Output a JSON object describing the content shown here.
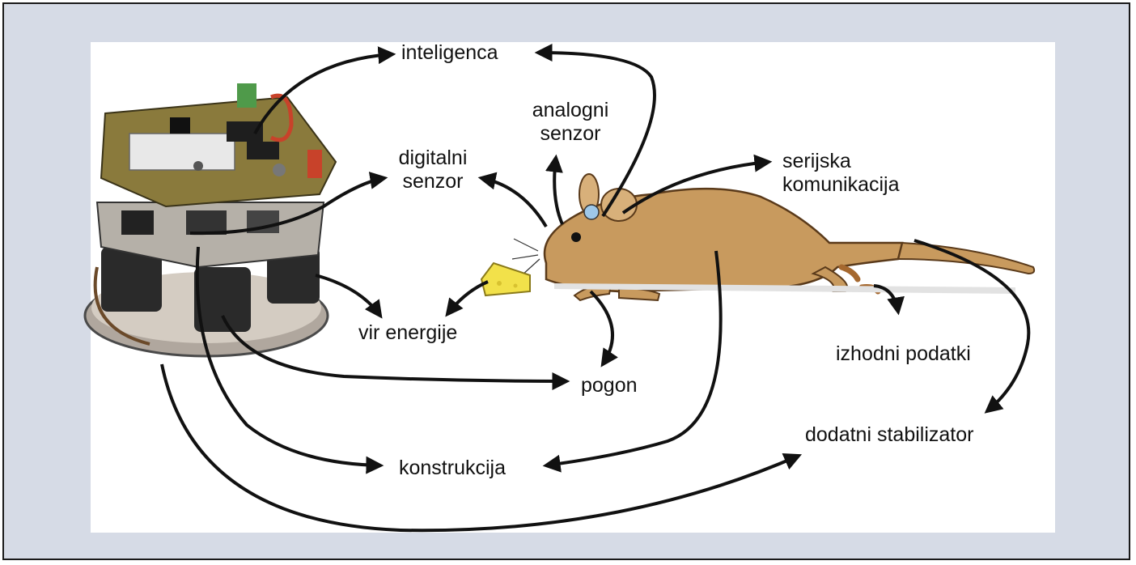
{
  "labels": {
    "inteligenca": "inteligenca",
    "analogni_line1": "analogni",
    "analogni_line2": "senzor",
    "digitalni_line1": "digitalni",
    "digitalni_line2": "senzor",
    "serijska_line1": "serijska",
    "serijska_line2": "komunikacija",
    "vir_energije": "vir energije",
    "pogon": "pogon",
    "izhodni_podatki": "izhodni podatki",
    "dodatni_stabilizator": "dodatni stabilizator",
    "konstrukcija": "konstrukcija"
  },
  "colors": {
    "frame_background": "#d6dbe6",
    "panel_background": "#ffffff",
    "arrow": "#111111",
    "mouse_fur": "#c89a5e",
    "cheese": "#f2e14a",
    "robot_board": "#8a7a3c"
  },
  "illustrations": [
    "robot-photo",
    "mouse-drawing",
    "cheese-drawing"
  ]
}
